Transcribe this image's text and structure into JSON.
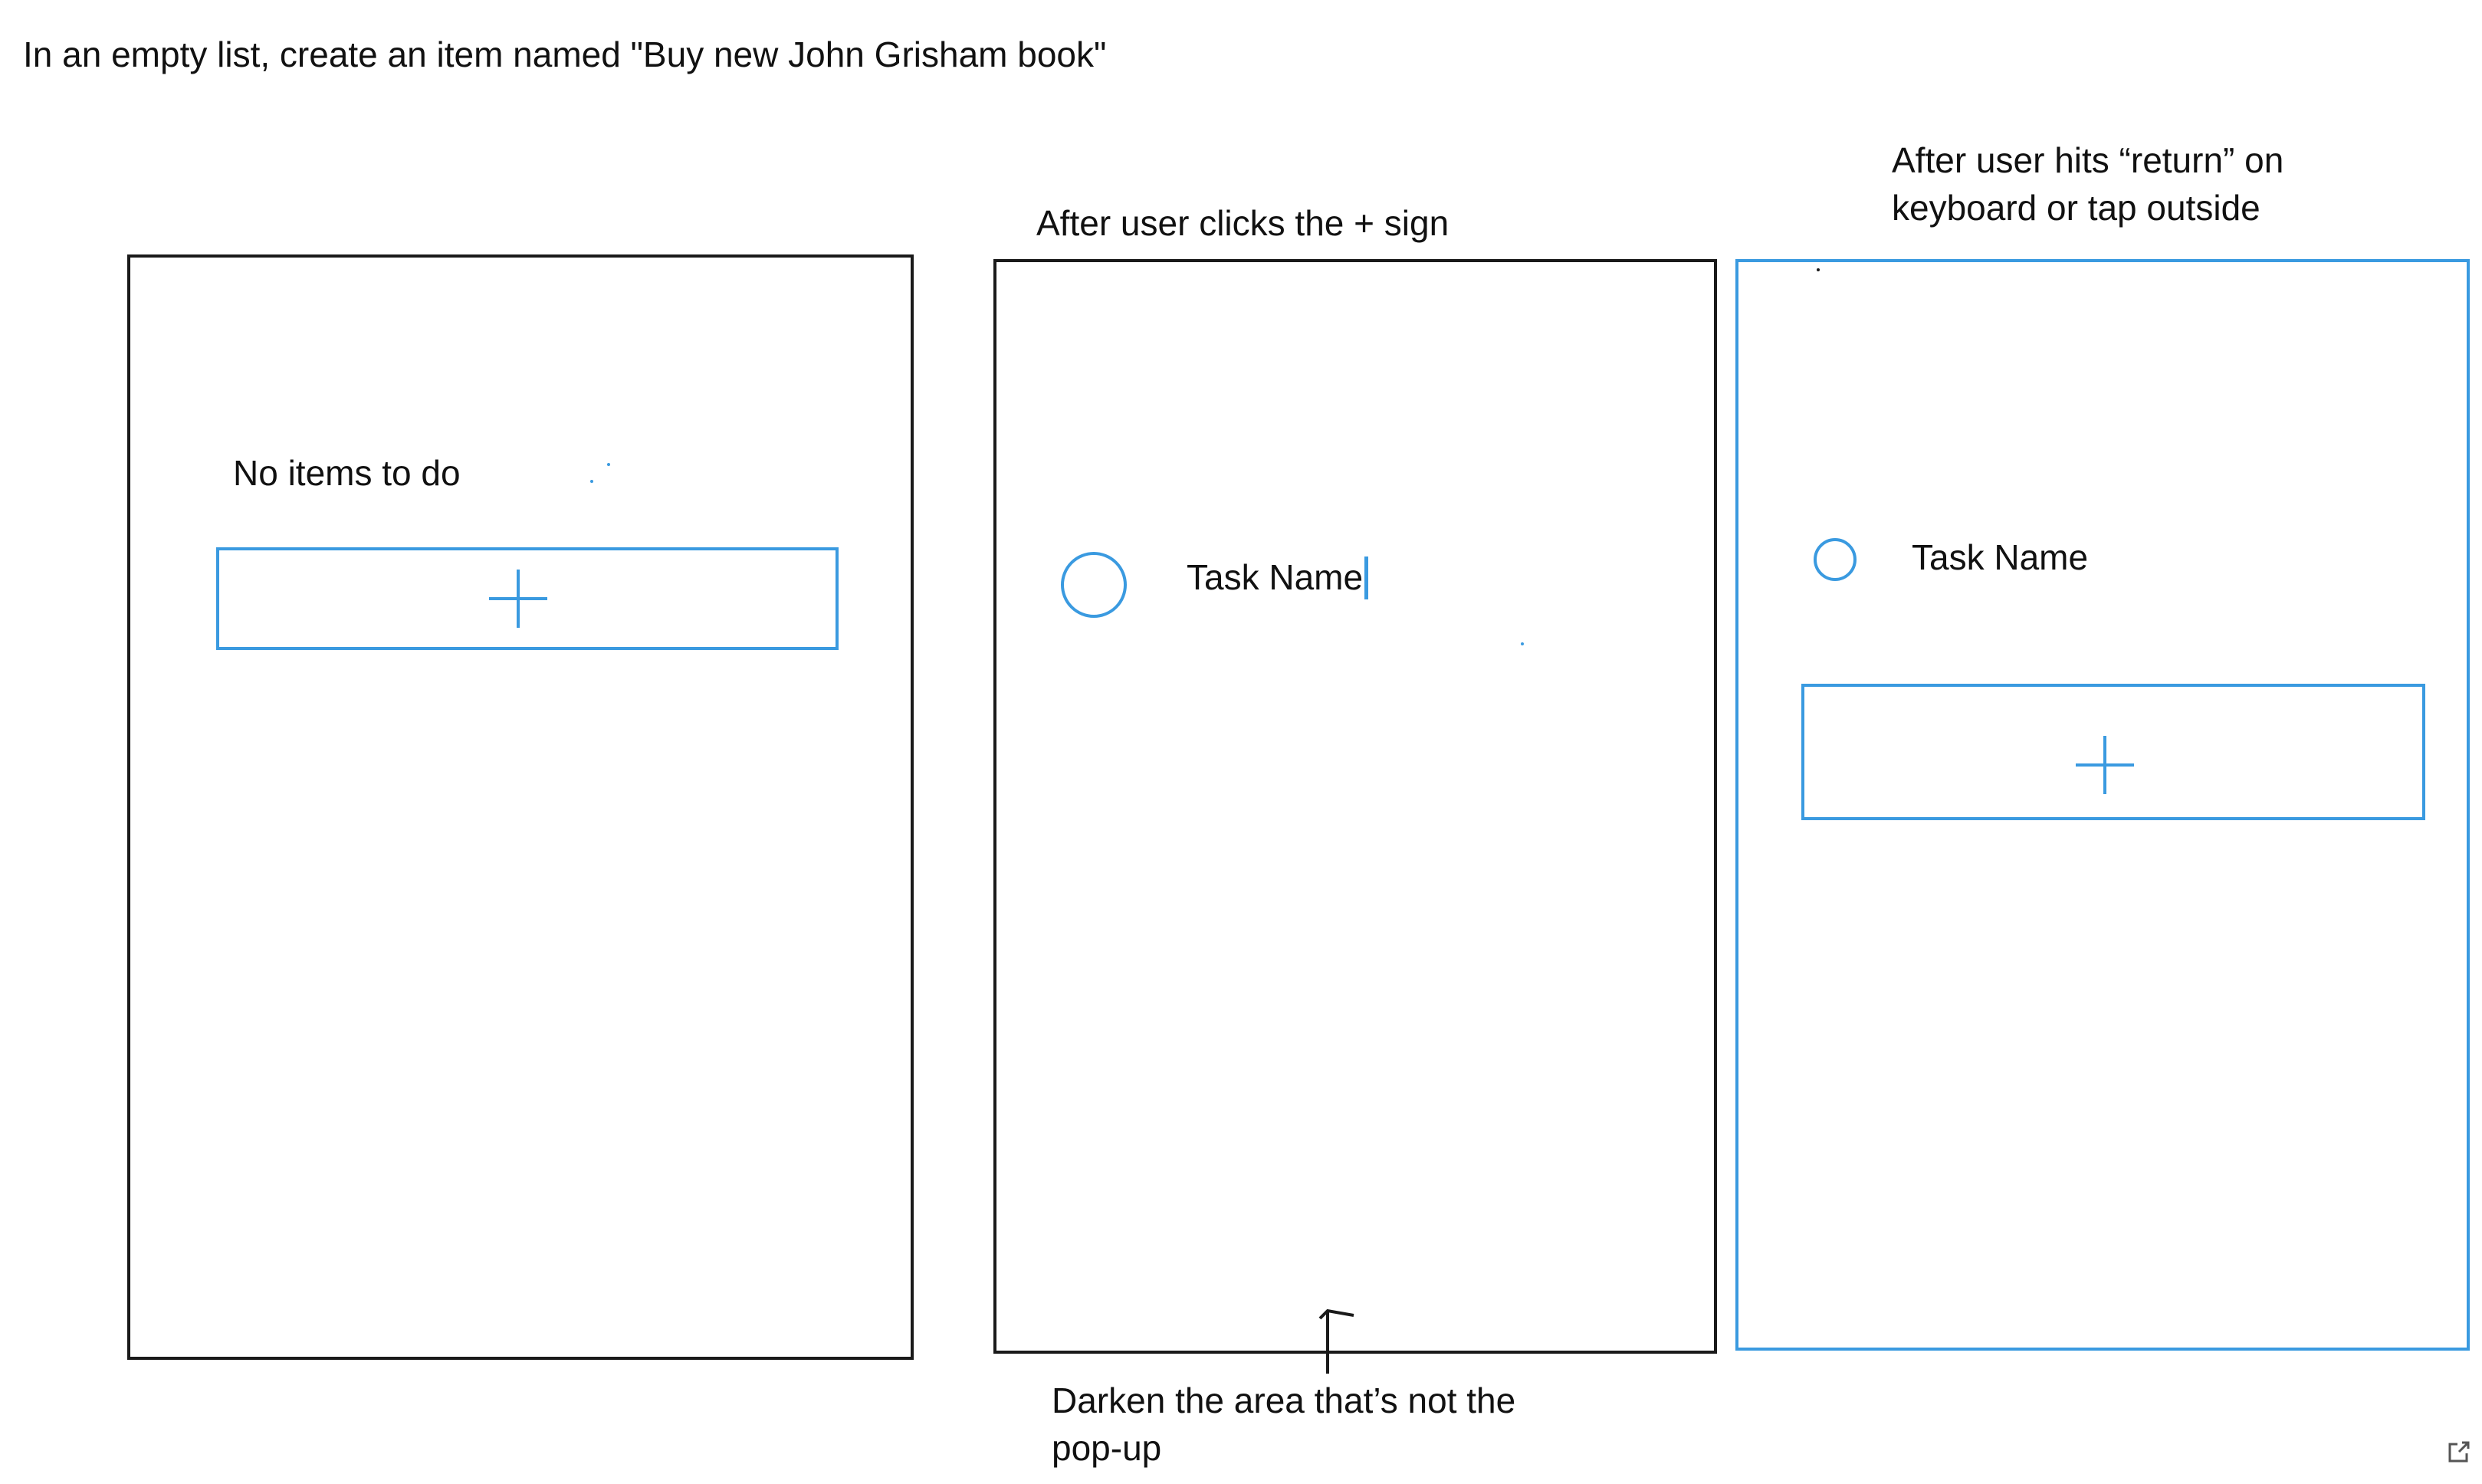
{
  "heading": "In an empty list, create an item named \"Buy new John Grisham book\"",
  "panels": [
    {
      "caption": "",
      "empty_text": "No items to do",
      "add_icon": "plus-icon"
    },
    {
      "caption": "After user clicks the + sign",
      "task_name": "Task Name",
      "checkbox_icon": "circle-icon",
      "footnote_line1": "Darken the area that’s not the",
      "footnote_line2": "pop-up"
    },
    {
      "caption_line1": "After user hits “return” on",
      "caption_line2": "keyboard or tap outside",
      "task_name": "Task Name",
      "checkbox_icon": "circle-icon",
      "add_icon": "plus-icon"
    }
  ],
  "colors": {
    "accent": "#3a9ae0",
    "ink": "#1a1a1a"
  },
  "corner_icon": "share-icon"
}
